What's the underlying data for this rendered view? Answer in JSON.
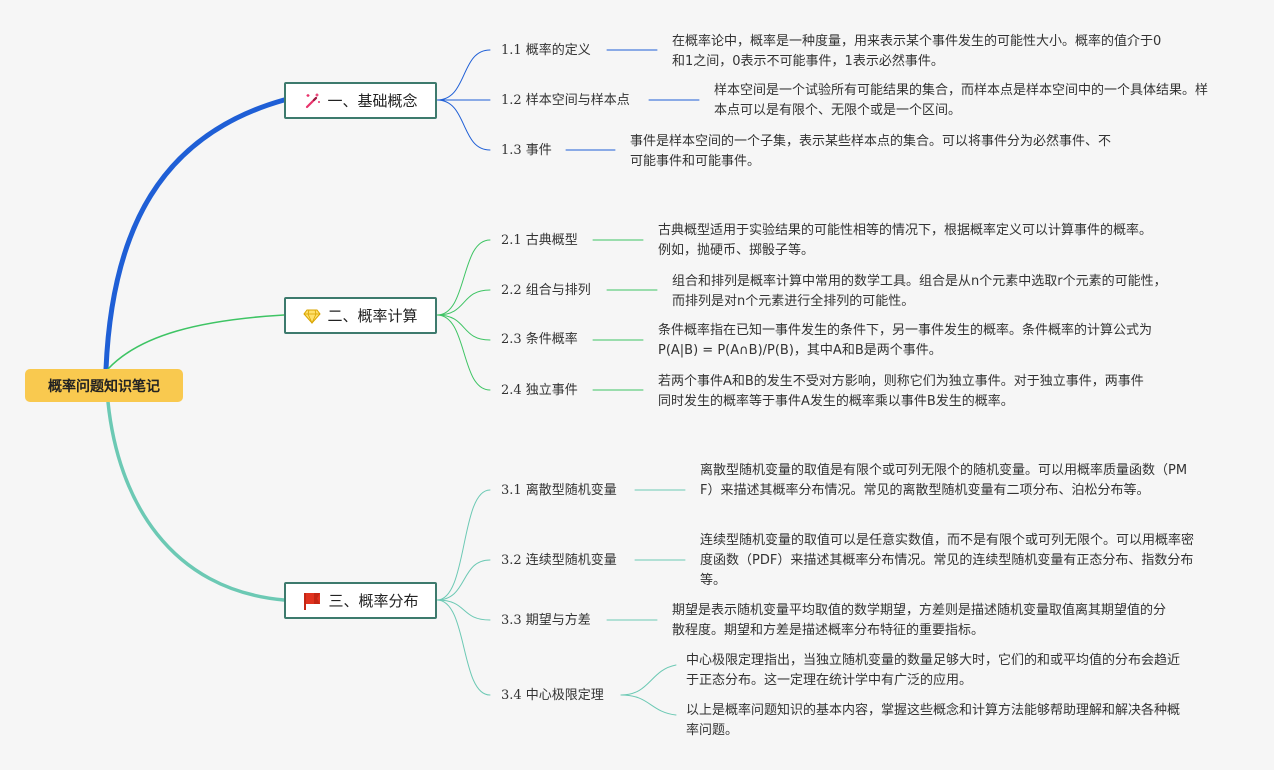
{
  "root": {
    "label": "概率问题知识笔记"
  },
  "branches": [
    {
      "title": "一、基础概念",
      "icon": "magic-wand-icon",
      "color": "#1f5fd6",
      "subs": [
        {
          "label": "1.1 概率的定义",
          "descs": [
            "在概率论中，概率是一种度量，用来表示某个事件发生的可能性大小。概率的值介于0和1之间，0表示不可能事件，1表示必然事件。"
          ]
        },
        {
          "label": "1.2 样本空间与样本点",
          "descs": [
            "样本空间是一个试验所有可能结果的集合，而样本点是样本空间中的一个具体结果。样本点可以是有限个、无限个或是一个区间。"
          ]
        },
        {
          "label": "1.3 事件",
          "descs": [
            "事件是样本空间的一个子集，表示某些样本点的集合。可以将事件分为必然事件、不可能事件和可能事件。"
          ]
        }
      ]
    },
    {
      "title": "二、概率计算",
      "icon": "diamond-icon",
      "color": "#3ec464",
      "subs": [
        {
          "label": "2.1 古典概型",
          "descs": [
            "古典概型适用于实验结果的可能性相等的情况下，根据概率定义可以计算事件的概率。例如，抛硬币、掷骰子等。"
          ]
        },
        {
          "label": "2.2 组合与排列",
          "descs": [
            "组合和排列是概率计算中常用的数学工具。组合是从n个元素中选取r个元素的可能性，而排列是对n个元素进行全排列的可能性。"
          ]
        },
        {
          "label": "2.3 条件概率",
          "descs": [
            "条件概率指在已知一事件发生的条件下，另一事件发生的概率。条件概率的计算公式为P(A|B) = P(A∩B)/P(B)，其中A和B是两个事件。"
          ]
        },
        {
          "label": "2.4 独立事件",
          "descs": [
            "若两个事件A和B的发生不受对方影响，则称它们为独立事件。对于独立事件，两事件同时发生的概率等于事件A发生的概率乘以事件B发生的概率。"
          ]
        }
      ]
    },
    {
      "title": "三、概率分布",
      "icon": "red-flag-icon",
      "color": "#6cc9b4",
      "subs": [
        {
          "label": "3.1 离散型随机变量",
          "descs": [
            "离散型随机变量的取值是有限个或可列无限个的随机变量。可以用概率质量函数（PMF）来描述其概率分布情况。常见的离散型随机变量有二项分布、泊松分布等。"
          ]
        },
        {
          "label": "3.2 连续型随机变量",
          "descs": [
            "连续型随机变量的取值可以是任意实数值，而不是有限个或可列无限个。可以用概率密度函数（PDF）来描述其概率分布情况。常见的连续型随机变量有正态分布、指数分布等。"
          ]
        },
        {
          "label": "3.3 期望与方差",
          "descs": [
            "期望是表示随机变量平均取值的数学期望，方差则是描述随机变量取值离其期望值的分散程度。期望和方差是描述概率分布特征的重要指标。"
          ]
        },
        {
          "label": "3.4 中心极限定理",
          "descs": [
            "中心极限定理指出，当独立随机变量的数量足够大时，它们的和或平均值的分布会趋近于正态分布。这一定理在统计学中有广泛的应用。",
            "以上是概率问题知识的基本内容，掌握这些概念和计算方法能够帮助理解和解决各种概率问题。"
          ]
        }
      ]
    }
  ]
}
